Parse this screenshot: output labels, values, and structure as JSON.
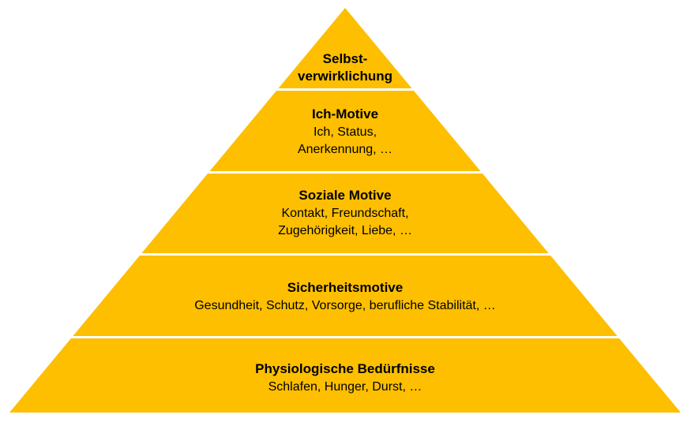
{
  "colors": {
    "fill": "#FDBF00",
    "separator": "#FFFFFF",
    "text": "#000000"
  },
  "levels": [
    {
      "title_lines": [
        "Selbst-",
        "verwirklichung"
      ],
      "detail_lines": []
    },
    {
      "title_lines": [
        "Ich-Motive"
      ],
      "detail_lines": [
        "Ich, Status,",
        "Anerkennung, …"
      ]
    },
    {
      "title_lines": [
        "Soziale Motive"
      ],
      "detail_lines": [
        "Kontakt, Freundschaft,",
        "Zugehörigkeit, Liebe, …"
      ]
    },
    {
      "title_lines": [
        "Sicherheitsmotive"
      ],
      "detail_lines": [
        "Gesundheit, Schutz, Vorsorge, berufliche Stabilität, …"
      ]
    },
    {
      "title_lines": [
        "Physiologische Bedürfnisse"
      ],
      "detail_lines": [
        "Schlafen, Hunger, Durst, …"
      ]
    }
  ]
}
